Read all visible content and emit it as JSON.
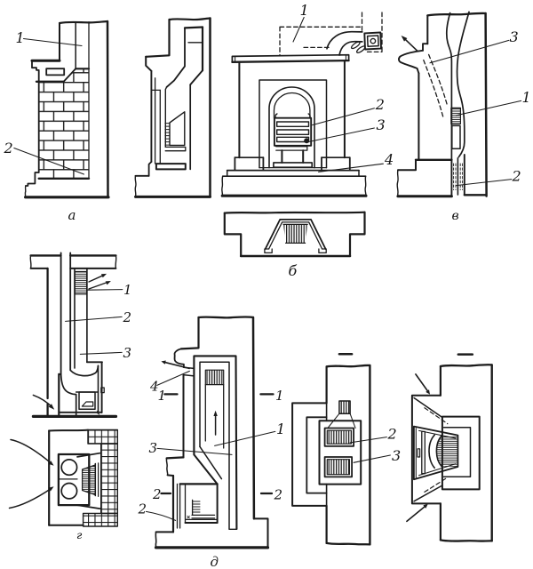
{
  "figure": {
    "type": "technical line diagram",
    "subject": "fireplace construction cross-sections",
    "background": "#ffffff",
    "ink_color": "#1b1b1b",
    "panels": {
      "a": {
        "caption": "а",
        "callouts": {
          "n1": "1",
          "n2": "2"
        }
      },
      "b": {
        "caption": "б",
        "callouts": {
          "n1": "1",
          "n2": "2",
          "n3": "3",
          "n4": "4"
        }
      },
      "v": {
        "caption": "в",
        "callouts": {
          "n1": "1",
          "n2": "2",
          "n3": "3"
        }
      },
      "g": {
        "caption": "г",
        "callouts": {
          "n1": "1",
          "n2": "2",
          "n3": "3"
        }
      },
      "d": {
        "caption": "д",
        "callouts": {
          "n1": "1",
          "n2": "2",
          "n3": "3",
          "n4": "4"
        },
        "section_marks": {
          "left1": "1",
          "right1": "1",
          "left2": "2",
          "right2": "2"
        }
      },
      "s1": {
        "callouts": {
          "n2": "2",
          "n3": "3"
        }
      }
    }
  }
}
